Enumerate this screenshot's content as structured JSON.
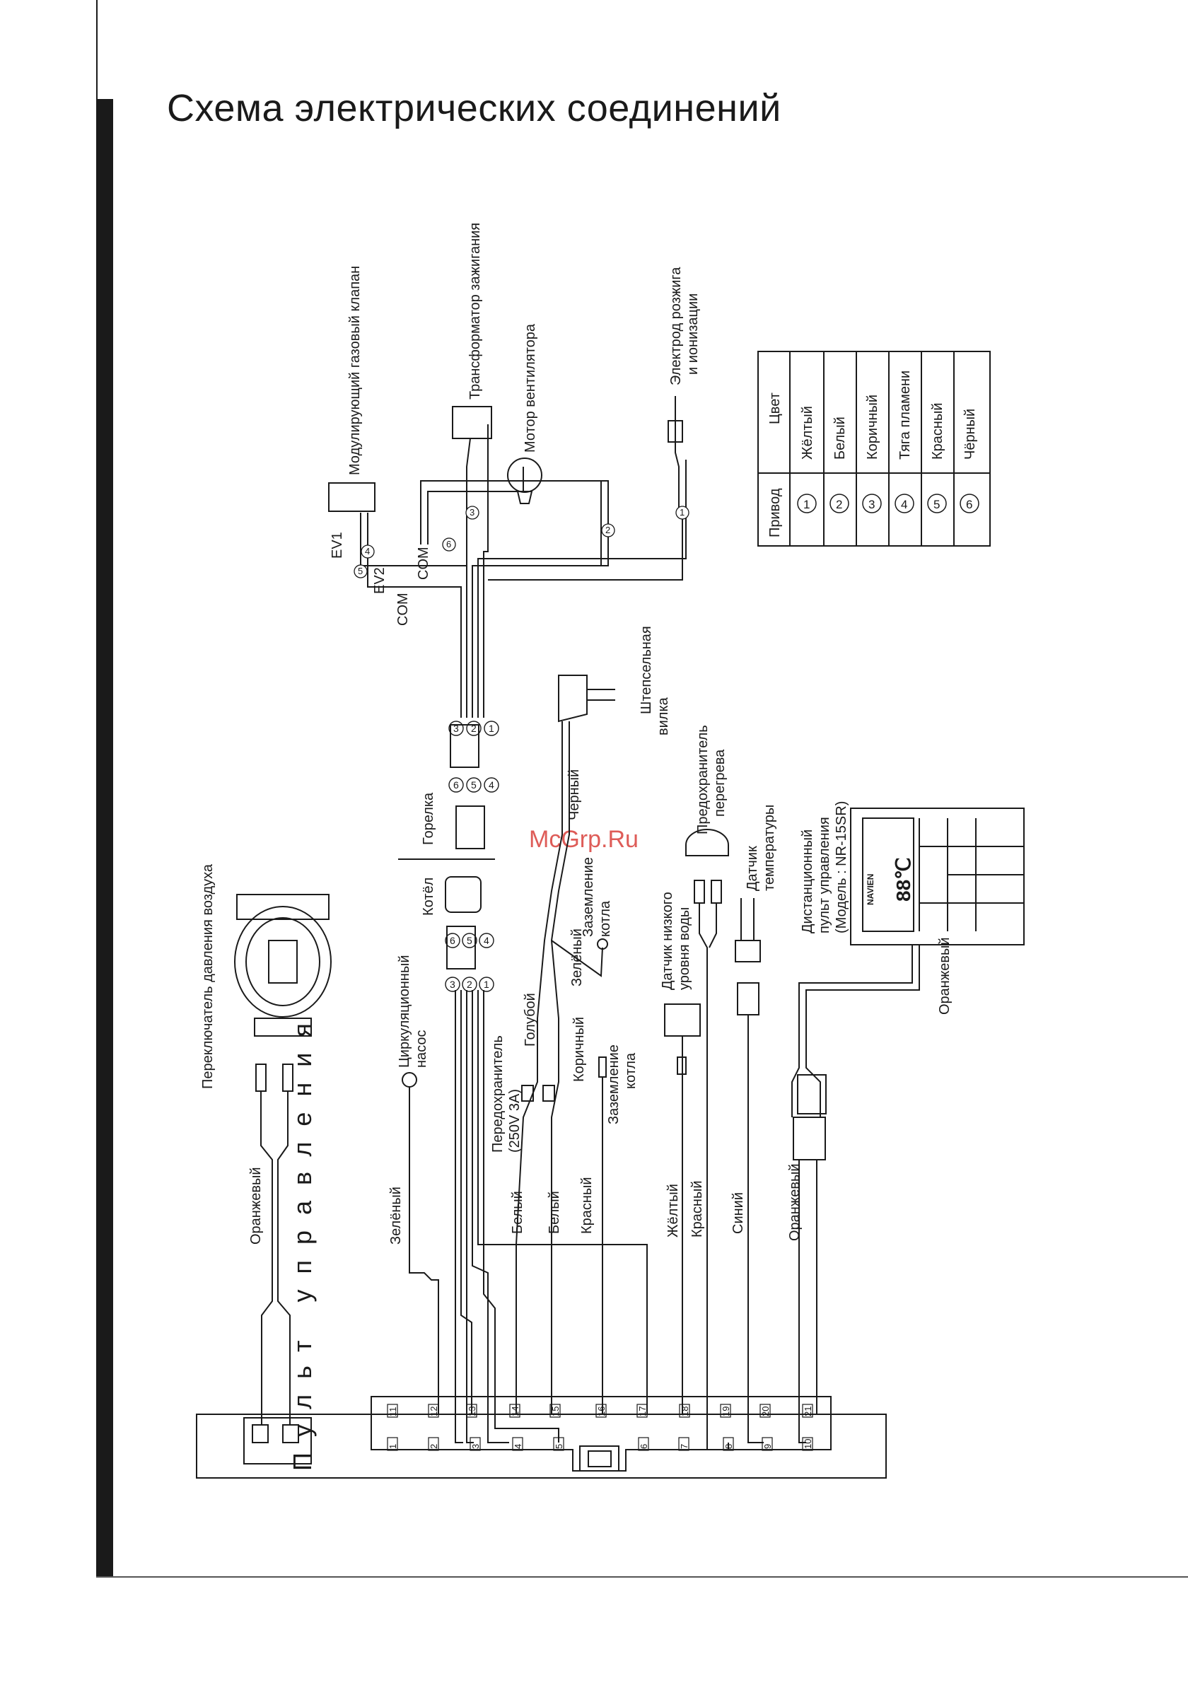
{
  "title": "Схема электрических соединений",
  "watermark": "McGrp.Ru",
  "control_panel_label": "Пульт управления",
  "legend": {
    "header_drive": "Привод",
    "header_color": "Цвет",
    "rows": [
      {
        "num": "1",
        "color": "Жёлтый"
      },
      {
        "num": "2",
        "color": "Белый"
      },
      {
        "num": "3",
        "color": "Коричный"
      },
      {
        "num": "4",
        "color": "Тяга пламени"
      },
      {
        "num": "5",
        "color": "Красный"
      },
      {
        "num": "6",
        "color": "Чёрный"
      }
    ]
  },
  "components": {
    "gas_valve": "Модулирующий газовый клапан",
    "ignition_transformer": "Трансформатор зажигания",
    "fan_motor": "Мотор вентилятора",
    "ignition_electrode_1": "Электрод розжига",
    "ignition_electrode_2": "и ионизации",
    "ev1": "EV1",
    "ev2": "EV2",
    "com1": "COM",
    "com2": "COM",
    "plug_1": "Штепсельная",
    "plug_2": "вилка",
    "overheat_1": "Предохранитель",
    "overheat_2": "перегрева",
    "temp_sensor_1": "Датчик",
    "temp_sensor_2": "температуры",
    "low_water_1": "Датчик низкого",
    "low_water_2": "уровня воды",
    "remote_1": "Дистанционный",
    "remote_2": "пульт управления",
    "remote_3": "(Модель : NR-15SR)",
    "burner": "Горелка",
    "boiler": "Котёл",
    "pressure_switch": "Переключатель давления воздуха",
    "circ_pump_1": "Циркуляционный",
    "circ_pump_2": "насос",
    "fuse_1": "Передохранитель",
    "fuse_2": "(250V 3A)",
    "ground_1": "Заземление",
    "ground_2": "котла",
    "ground_3": "Заземление",
    "ground_4": "котла",
    "brand": "NAVIEN",
    "display": "88℃"
  },
  "wires": {
    "orange_pressure": "Оранжевый",
    "green_pump": "Зелёный",
    "white_a": "Белый",
    "white_b": "Белый",
    "blue": "Голубой",
    "brown": "Коричный",
    "red_ground": "Красный",
    "green_ground": "Зелёный",
    "black_plug": "Чёрный",
    "yellow": "Жёлтый",
    "red_lw": "Красный",
    "blue_temp": "Синий",
    "orange_remote_a": "Оранжевый",
    "orange_remote_b": "Оранжевый"
  },
  "terminals_top": [
    "11",
    "12",
    "13",
    "14",
    "15",
    "16",
    "17",
    "18",
    "19",
    "20",
    "21"
  ],
  "terminals_bottom": [
    "1",
    "2",
    "3",
    "4",
    "5",
    "6",
    "7",
    "8",
    "9",
    "10"
  ],
  "connector_pins_a": [
    "1",
    "2",
    "3",
    "4",
    "5",
    "6"
  ],
  "connector_pins_b": [
    "1",
    "2",
    "3",
    "4",
    "5",
    "6"
  ],
  "wire_markers": [
    "1",
    "2",
    "3",
    "4",
    "5",
    "6"
  ]
}
